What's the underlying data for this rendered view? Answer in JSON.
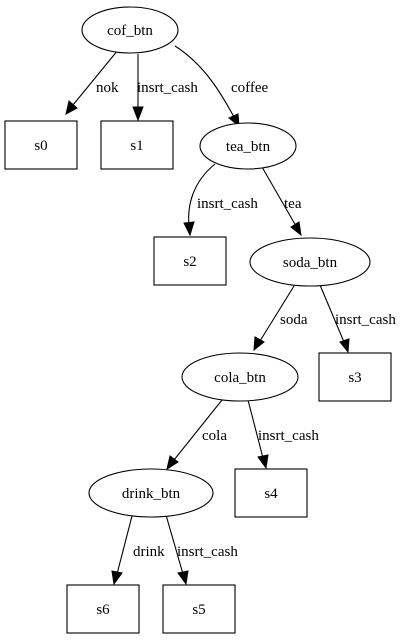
{
  "nodes": {
    "cof_btn": "cof_btn",
    "tea_btn": "tea_btn",
    "soda_btn": "soda_btn",
    "cola_btn": "cola_btn",
    "drink_btn": "drink_btn",
    "s0": "s0",
    "s1": "s1",
    "s2": "s2",
    "s3": "s3",
    "s4": "s4",
    "s5": "s5",
    "s6": "s6"
  },
  "edges": {
    "cof_s0": "nok",
    "cof_s1": "insrt_cash",
    "cof_tea": "coffee",
    "tea_s2": "insrt_cash",
    "tea_soda": "tea",
    "soda_cola": "soda",
    "soda_s3": "insrt_cash",
    "cola_drink": "cola",
    "cola_s4": "insrt_cash",
    "drink_s6": "drink",
    "drink_s5": "insrt_cash"
  },
  "colors": {
    "stroke": "#000000",
    "fill": "#ffffff",
    "background": "#ffffff"
  }
}
